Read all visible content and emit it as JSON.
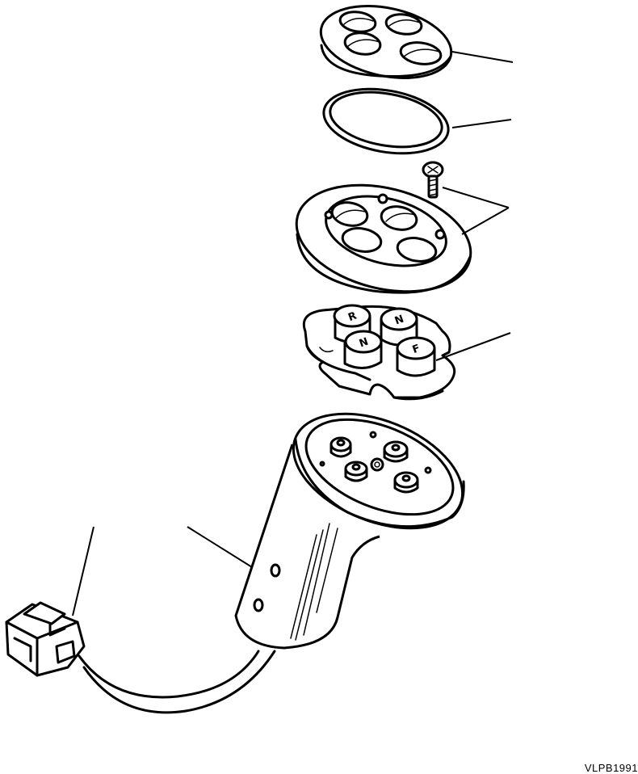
{
  "diagram": {
    "reference_code": "VLPB1991",
    "parts": [
      {
        "part": "cover-plate",
        "leader": true
      },
      {
        "part": "o-ring",
        "leader": true
      },
      {
        "part": "screw",
        "leader": true
      },
      {
        "part": "retainer-plate",
        "leader": true
      },
      {
        "part": "switch-button-assembly",
        "leader": true,
        "button_markings": [
          "R",
          "N",
          "N",
          "F"
        ]
      },
      {
        "part": "grip-handle-housing",
        "leader": true
      },
      {
        "part": "wire-harness-connector",
        "leader": true
      }
    ],
    "colors": {
      "ink": "#000000",
      "paper": "#ffffff"
    }
  }
}
